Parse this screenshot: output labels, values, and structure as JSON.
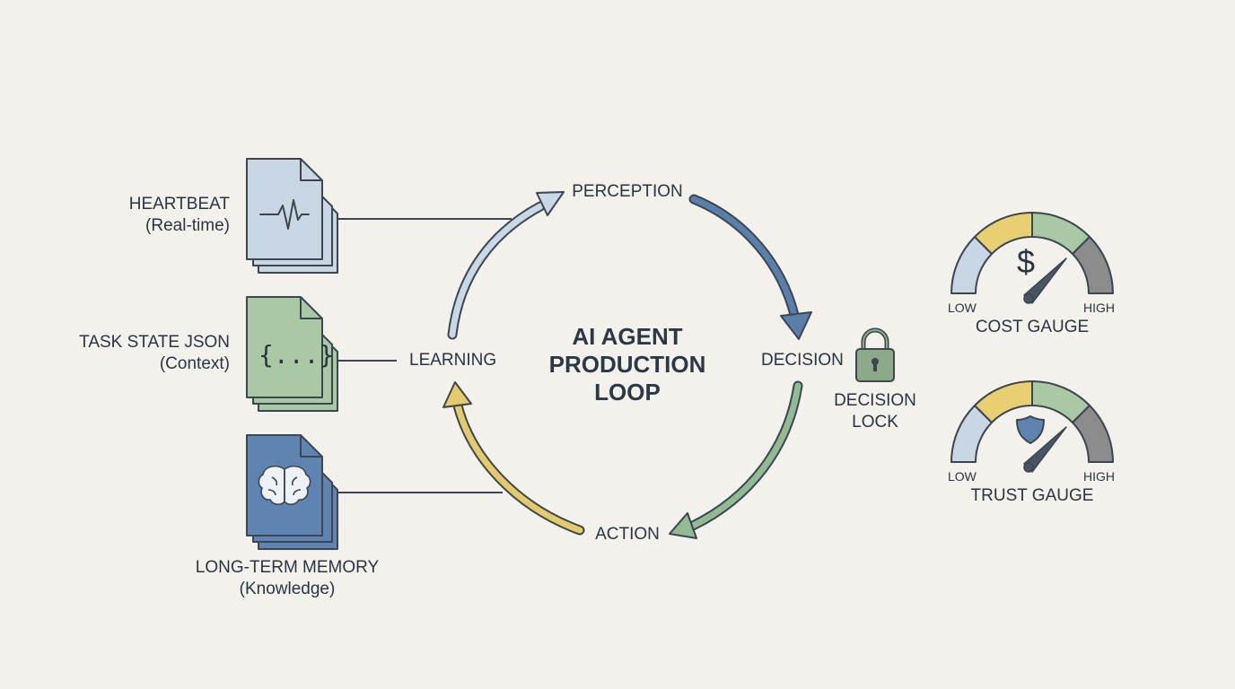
{
  "center_title": [
    "AI AGENT",
    "PRODUCTION",
    "LOOP"
  ],
  "loop_stages": {
    "perception": "PERCEPTION",
    "decision": "DECISION",
    "action": "ACTION",
    "learning": "LEARNING"
  },
  "sources": [
    {
      "title": "HEARTBEAT",
      "subtitle": "(Real-time)",
      "icon": "heartbeat-icon",
      "color": "#c9d6e3"
    },
    {
      "title": "TASK STATE JSON",
      "subtitle": "(Context)",
      "icon": "json-braces-icon",
      "color": "#a9c9a4"
    },
    {
      "title": "LONG-TERM MEMORY",
      "subtitle": "(Knowledge)",
      "icon": "brain-icon",
      "color": "#5f84b2"
    }
  ],
  "json_icon_text": "{...}",
  "decision_lock": {
    "line1": "DECISION",
    "line2": "LOCK",
    "icon": "padlock-icon"
  },
  "gauges": [
    {
      "title": "COST GAUGE",
      "low": "LOW",
      "high": "HIGH",
      "icon": "dollar-icon",
      "symbol": "$"
    },
    {
      "title": "TRUST GAUGE",
      "low": "LOW",
      "high": "HIGH",
      "icon": "shield-icon"
    }
  ],
  "colors": {
    "background": "#f2f1ec",
    "outline": "#3d4650",
    "arrow_perception_decision": "#5a7fab",
    "arrow_decision_action": "#93bb93",
    "arrow_action_learning": "#e3cb6c",
    "arrow_learning_perception": "#c9d8e6",
    "gauge_segments": [
      "#c9d6e3",
      "#e8cf72",
      "#a9c9a4",
      "#8c8c8c"
    ]
  }
}
